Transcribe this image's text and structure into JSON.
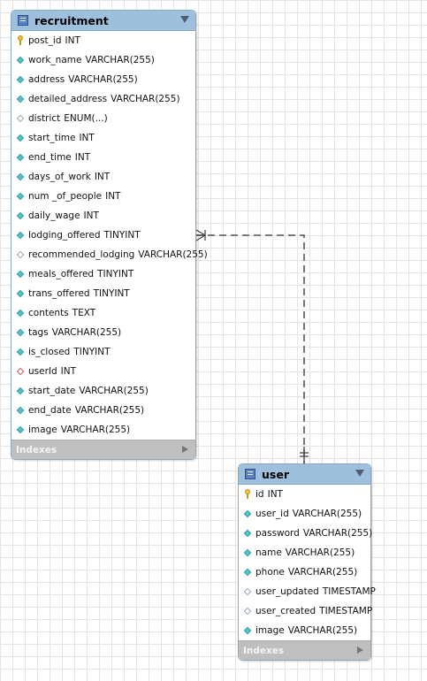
{
  "tables": {
    "recruitment": {
      "name": "recruitment",
      "footer": "Indexes",
      "columns": [
        {
          "kind": "pk",
          "name": "post_id",
          "type": "INT"
        },
        {
          "kind": "nn",
          "name": "work_name",
          "type": "VARCHAR(255)"
        },
        {
          "kind": "nn",
          "name": "address",
          "type": "VARCHAR(255)"
        },
        {
          "kind": "nn",
          "name": "detailed_address",
          "type": "VARCHAR(255)"
        },
        {
          "kind": "nul",
          "name": "district",
          "type": "ENUM(...)"
        },
        {
          "kind": "nn",
          "name": "start_time",
          "type": "INT"
        },
        {
          "kind": "nn",
          "name": "end_time",
          "type": "INT"
        },
        {
          "kind": "nn",
          "name": "days_of_work",
          "type": "INT"
        },
        {
          "kind": "nn",
          "name": "num _of_people",
          "type": "INT"
        },
        {
          "kind": "nn",
          "name": "daily_wage",
          "type": "INT"
        },
        {
          "kind": "nn",
          "name": "lodging_offered",
          "type": "TINYINT"
        },
        {
          "kind": "nul",
          "name": "recommended_lodging",
          "type": "VARCHAR(255)"
        },
        {
          "kind": "nn",
          "name": "meals_offered",
          "type": "TINYINT"
        },
        {
          "kind": "nn",
          "name": "trans_offered",
          "type": "TINYINT"
        },
        {
          "kind": "nn",
          "name": "contents",
          "type": "TEXT"
        },
        {
          "kind": "nn",
          "name": "tags",
          "type": "VARCHAR(255)"
        },
        {
          "kind": "nn",
          "name": "is_closed",
          "type": "TINYINT"
        },
        {
          "kind": "fk",
          "name": "userId",
          "type": "INT"
        },
        {
          "kind": "nn",
          "name": "start_date",
          "type": "VARCHAR(255)"
        },
        {
          "kind": "nn",
          "name": "end_date",
          "type": "VARCHAR(255)"
        },
        {
          "kind": "nn",
          "name": "image",
          "type": "VARCHAR(255)"
        }
      ]
    },
    "user": {
      "name": "user",
      "footer": "Indexes",
      "columns": [
        {
          "kind": "pk",
          "name": "id",
          "type": "INT"
        },
        {
          "kind": "nn",
          "name": "user_id",
          "type": "VARCHAR(255)"
        },
        {
          "kind": "nn",
          "name": "password",
          "type": "VARCHAR(255)"
        },
        {
          "kind": "nn",
          "name": "name",
          "type": "VARCHAR(255)"
        },
        {
          "kind": "nn",
          "name": "phone",
          "type": "VARCHAR(255)"
        },
        {
          "kind": "nul",
          "name": "user_updated",
          "type": "TIMESTAMP"
        },
        {
          "kind": "nul",
          "name": "user_created",
          "type": "TIMESTAMP"
        },
        {
          "kind": "nn",
          "name": "image",
          "type": "VARCHAR(255)"
        }
      ]
    }
  },
  "relationship": {
    "from": "recruitment",
    "to": "user",
    "from_cardinality": "many",
    "to_cardinality": "one",
    "line": "dashed"
  },
  "colors": {
    "header": "#9ec0dc",
    "footer": "#bfbfbf",
    "grid": "#e4e4e4",
    "nn_icon": "#55c4c8",
    "pk_icon": "#f2c62e",
    "fk_icon": "#c85a5a"
  }
}
